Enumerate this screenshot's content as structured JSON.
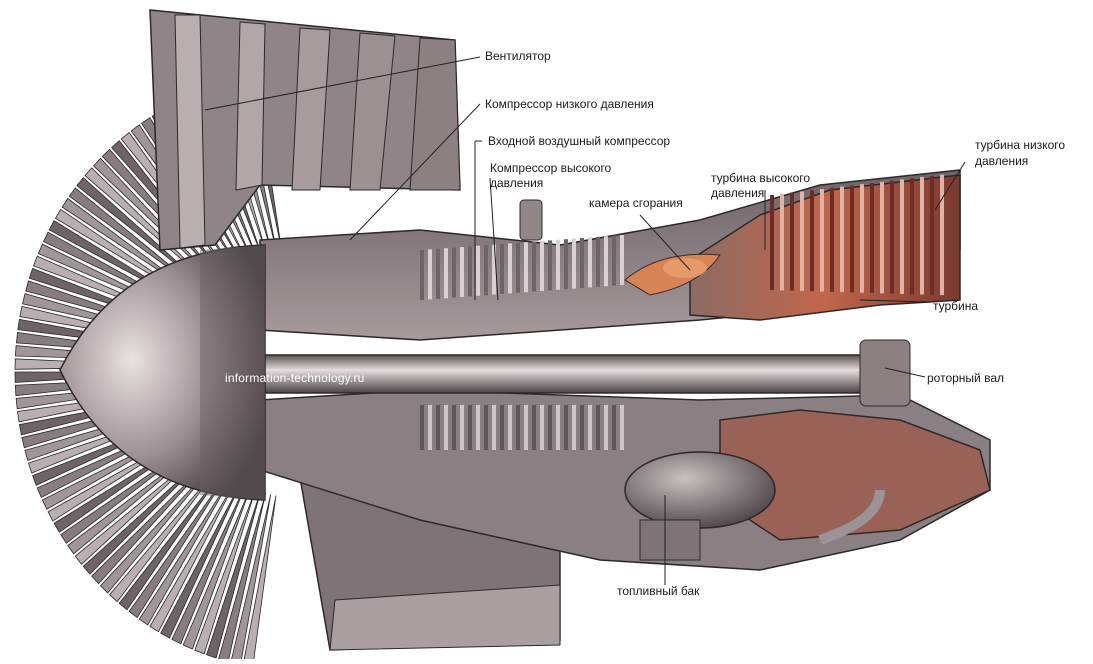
{
  "labels": {
    "fan": "Вентилятор",
    "lpc": "Компрессор низкого давления",
    "inlet_compressor": "Входной воздушный компрессор",
    "hpc_line1": "Компрессор высокого",
    "hpc_line2": "давления",
    "combustor": "камера сгорания",
    "hpt_line1": "турбина высокого",
    "hpt_line2": "давления",
    "lpt_line1": "турбина низкого",
    "lpt_line2": "давления",
    "turbine": "турбина",
    "rotor_shaft": "роторный вал",
    "fuel_tank": "топливный бак"
  },
  "watermark": "information-technology.ru",
  "colors": {
    "metal_dark": "#3a3436",
    "metal_mid": "#7d7478",
    "metal_light": "#cfc6c8",
    "hot_section": "#b8563f",
    "leader_line": "#222222"
  }
}
